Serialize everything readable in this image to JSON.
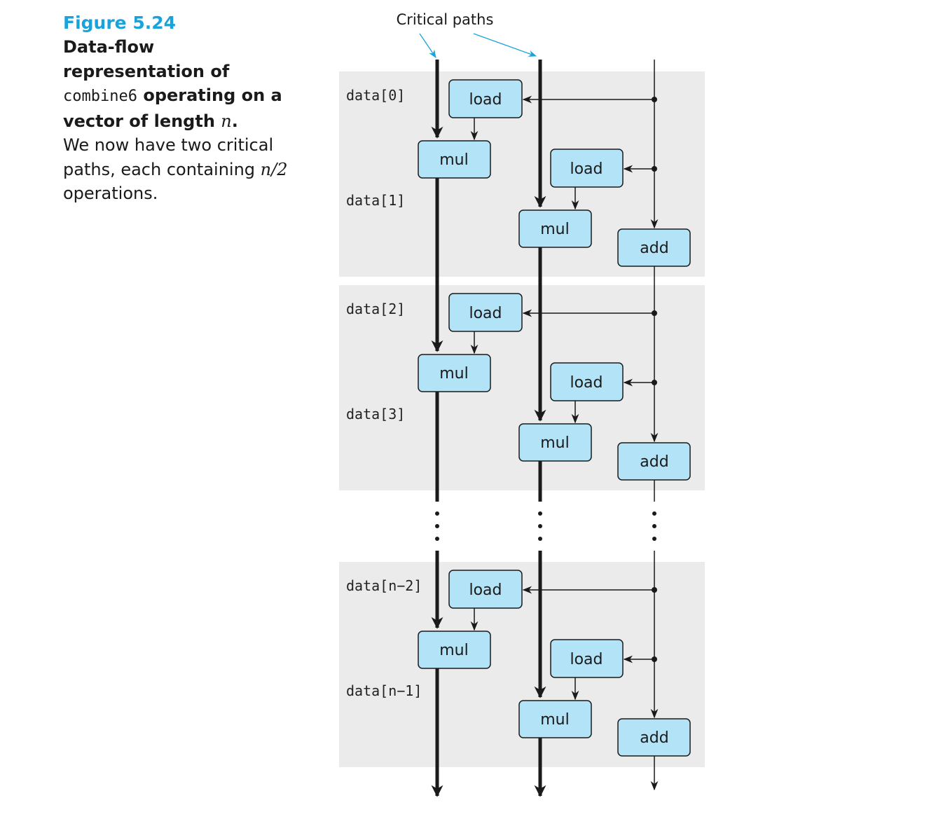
{
  "caption": {
    "figure_label": "Figure 5.24",
    "title_part1": "Data-flow representation of ",
    "title_code": "combine6",
    "title_part2": " operating on a vector of length ",
    "title_var": "n",
    "title_end": ".",
    "body_part1": "We now have two critical paths, each containing ",
    "body_expr": "n/2",
    "body_part2": " operations."
  },
  "diagram": {
    "critical_paths_label": "Critical paths",
    "row_labels": [
      "data[0]",
      "data[1]",
      "data[2]",
      "data[3]",
      "data[n−2]",
      "data[n−1]"
    ],
    "ops": {
      "load": "load",
      "mul": "mul",
      "add": "add"
    },
    "ellipsis": "⋮"
  },
  "colors": {
    "panel_bg": "#ebebeb",
    "box_fill": "#b3e3f7",
    "box_stroke": "#1a1a1a",
    "arrow": "#1a1a1a",
    "accent_blue": "#1aa3db"
  }
}
